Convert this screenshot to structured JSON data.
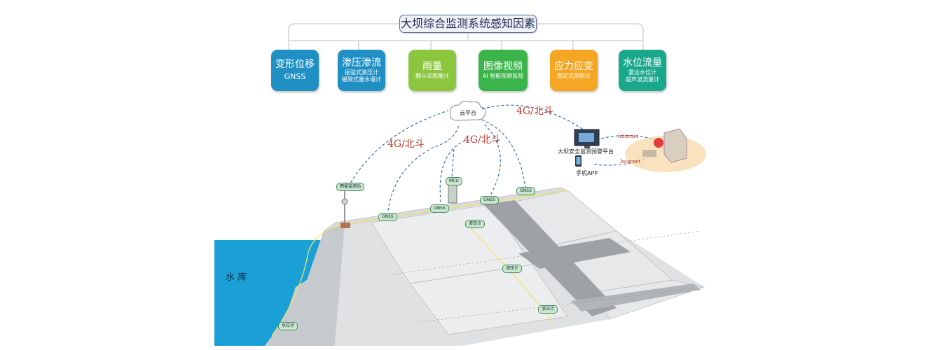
{
  "title": "大坝综合监测系统感知因素",
  "categories": [
    {
      "title": "变形位移",
      "sub": [
        "GNSS"
      ],
      "color": "#1f8fc4"
    },
    {
      "title": "渗压渗流",
      "sub": [
        "振弦式渗压计",
        "磁致式量水堰计"
      ],
      "color": "#1f8fc4"
    },
    {
      "title": "雨量",
      "sub": [
        "翻斗式雨量计"
      ],
      "color": "#8cc63f"
    },
    {
      "title": "图像视频",
      "sub": [
        "AI 智能视频监视"
      ],
      "color": "#3bb54a"
    },
    {
      "title": "应力应变",
      "sub": [
        "固定式测斜仪"
      ],
      "color": "#f5a623"
    },
    {
      "title": "水位流量",
      "sub": [
        "雷达水位计",
        "超声波流量计"
      ],
      "color": "#1aa88c"
    }
  ],
  "cloud_label": "云平台",
  "link_labels": [
    "4G/北斗",
    "4G/北斗",
    "4G/北斗"
  ],
  "internet_labels": [
    "Internet",
    "Internet"
  ],
  "platform_label": "大坝安全监测预警平台",
  "app_label": "手机APP",
  "reservoir_label": "水 库",
  "sensors": {
    "rain_station": "雨量监测站",
    "mcu": "MCU",
    "gnss": [
      "GNSS",
      "GNSS",
      "GNSS",
      "GNSS"
    ],
    "piezometers": [
      "渗压计",
      "渗压计",
      "渗压计"
    ],
    "water_level": "水位计"
  }
}
